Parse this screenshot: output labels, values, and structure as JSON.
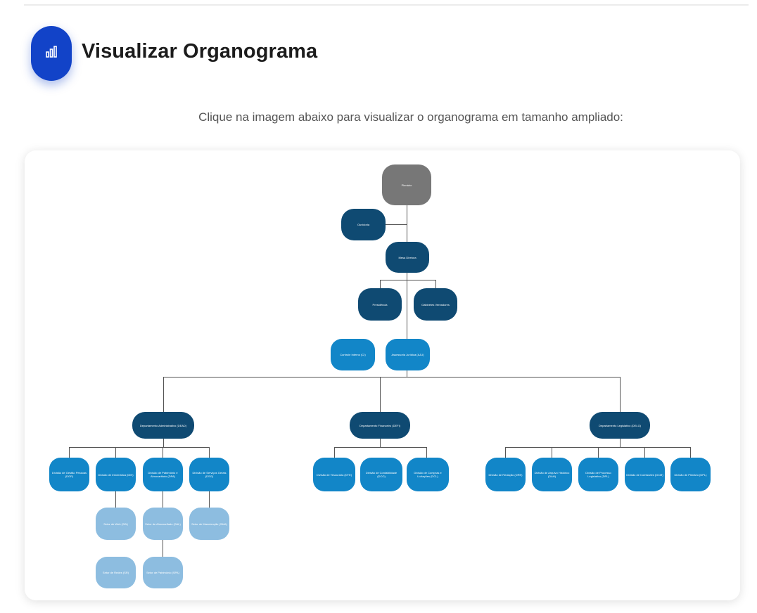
{
  "header": {
    "title": "Visualizar Organograma",
    "icon": "bar-chart-icon",
    "accent_color": "#1243c8"
  },
  "instructions": "Clique na imagem abaixo para visualizar o organograma em tamanho ampliado:",
  "colors": {
    "root": "#777777",
    "dark": "#0f4a72",
    "mid": "#1286c8",
    "light": "#8dbde0"
  },
  "org": {
    "root": "Plenário",
    "ouvidoria": "Ouvidoria",
    "mesa": "Mesa Diretora",
    "presidencia": "Presidência",
    "gabinetes": "Gabinetes Vereadores",
    "controle": "Controle Interno (CI)",
    "assessoria": "Assessoria Jurídica (AJU)",
    "dept_admin": "Departamento Administrativo (DEAD)",
    "dept_fin": "Departamento Financeiro (DEFI)",
    "dept_leg": "Departamento Legislativo (DELG)",
    "div_gestao_pessoas": "Divisão de Gestão Pessoas (DGP)",
    "div_informatica": "Divisão de Informática (DIN)",
    "div_patrimonio": "Divisão de Patrimônio e Almoxarifado (DPA)",
    "div_servicos_gerais": "Divisão de Serviços Gerais (DSG)",
    "setor_web": "Setor de Web (SW)",
    "setor_redes": "Setor de Redes (SR)",
    "setor_almoxarifado": "Setor de Almoxarifado (SAL)",
    "setor_patrimonio": "Setor de Patrimônio (SPA)",
    "setor_manutencao": "Setor de Manutenção (SMA)",
    "div_tesouraria": "Divisão de Tesouraria (DTE)",
    "div_contabilidade": "Divisão de Contabilidade (DCO)",
    "div_compras": "Divisão de Compras e Licitações (DCL)",
    "div_redacao": "Divisão de Redação (DRE)",
    "div_arquivo": "Divisão de Arquivo Histórico (DAH)",
    "div_processo": "Divisão de Processo Legislativo (DPL)",
    "div_comissoes": "Divisão de Comissões (DCM)",
    "div_plenario": "Divisão de Plenário (DPL)"
  }
}
